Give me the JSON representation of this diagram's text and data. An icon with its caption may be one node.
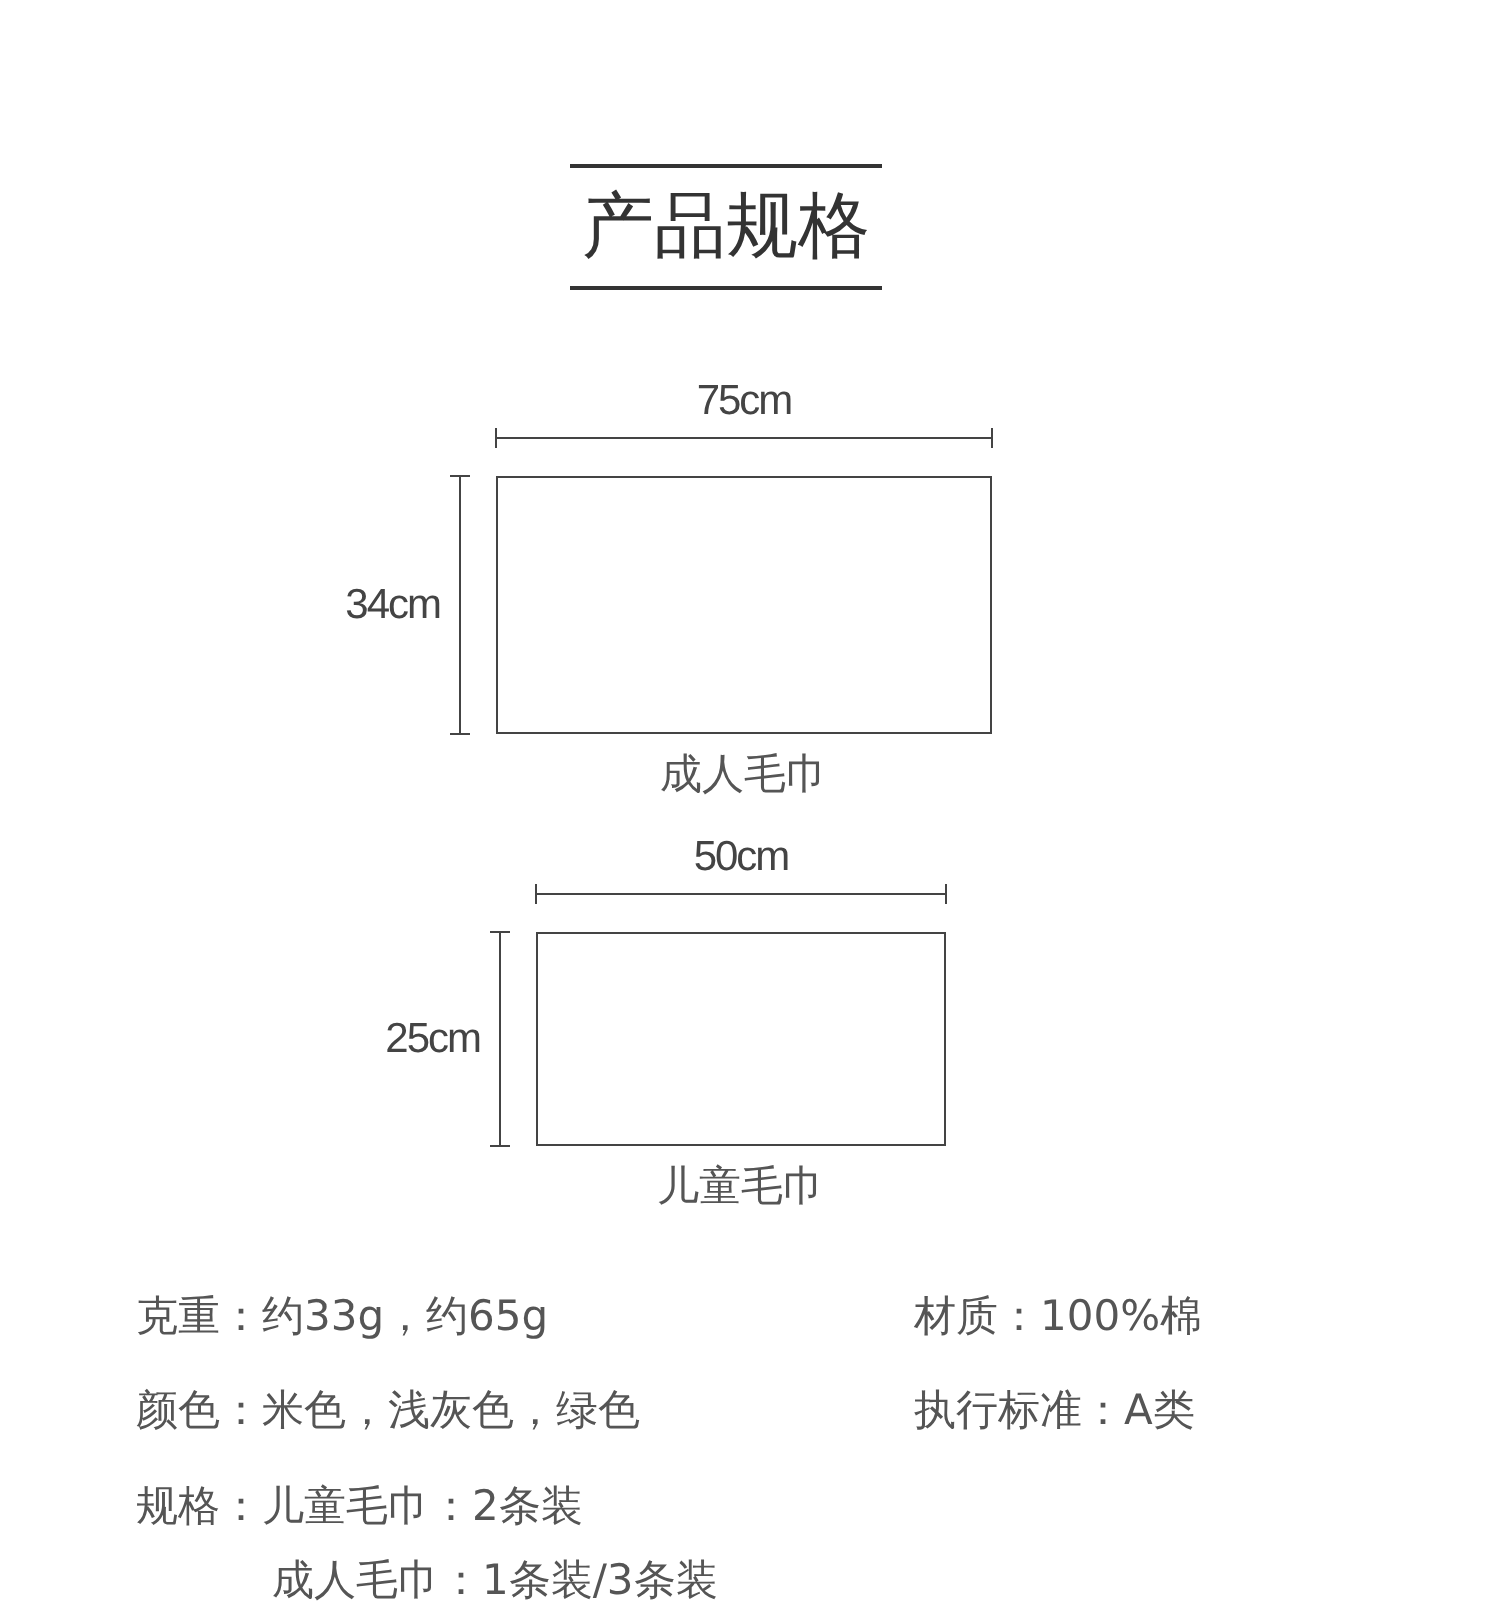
{
  "diagram": {
    "title": "产品规格",
    "nodes": [
      {
        "text": [],
        "shape": "box",
        "beside": [
          "成人毛巾"
        ]
      },
      {
        "text": [],
        "shape": "box",
        "beside": [
          "儿童毛巾"
        ]
      }
    ],
    "labels": [
      "75cm",
      "34cm",
      "50cm",
      "25cm",
      "克重：约33g，约65g",
      "材质：100%棉",
      "颜色：米色，浅灰色，绿色",
      "执行标准：A类",
      "规格：儿童毛巾：2条装",
      "成人毛巾：1条装/3条装"
    ]
  }
}
